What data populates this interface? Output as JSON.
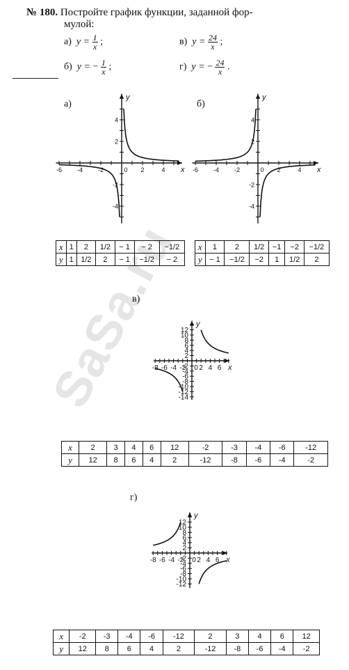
{
  "problem": {
    "number": "№ 180.",
    "text_line1": "Постройте график функции, заданной фор-",
    "text_line2": "мулой:",
    "items": [
      {
        "label": "а)",
        "lhs": "y =",
        "sign": "",
        "num": "1",
        "den": "x",
        "tail": ";"
      },
      {
        "label": "в)",
        "lhs": "y =",
        "sign": "",
        "num": "24",
        "den": "x",
        "tail": ";"
      },
      {
        "label": "б)",
        "lhs": "y =",
        "sign": "−",
        "num": "1",
        "den": "x",
        "tail": ";"
      },
      {
        "label": "г)",
        "lhs": "y =",
        "sign": "−",
        "num": "24",
        "den": "x",
        "tail": "."
      }
    ]
  },
  "graphs": {
    "a_label": "а)",
    "b_label": "б)",
    "v_label": "в)",
    "g_label": "г)",
    "axis_x": "x",
    "axis_y": "y",
    "origin": "0"
  },
  "chart_data": [
    {
      "type": "line",
      "title": "",
      "function": "y = 1/x",
      "xlim": [
        -6,
        6
      ],
      "ylim": [
        -6,
        6
      ],
      "x_ticks": [
        "-6",
        "-4",
        "-2",
        "0",
        "2",
        "4"
      ],
      "y_ticks": [
        "4",
        "2",
        "-2",
        "-4"
      ],
      "series": [
        {
          "x": [
            0.2,
            0.5,
            1,
            2,
            4,
            5.5
          ],
          "y": [
            5,
            2,
            1,
            0.5,
            0.25,
            0.18
          ]
        },
        {
          "x": [
            -6,
            -4,
            -2,
            -1,
            -0.5,
            -0.2
          ],
          "y": [
            -0.17,
            -0.25,
            -0.5,
            -1,
            -2,
            -5
          ]
        }
      ]
    },
    {
      "type": "line",
      "title": "",
      "function": "y = -1/x",
      "xlim": [
        -6,
        6
      ],
      "ylim": [
        -6,
        6
      ],
      "x_ticks": [
        "-6",
        "-4",
        "-2",
        "0",
        "2",
        "4"
      ],
      "y_ticks": [
        "4",
        "2",
        "-2",
        "-4"
      ],
      "series": [
        {
          "x": [
            -6,
            -4,
            -2,
            -1,
            -0.5,
            -0.2
          ],
          "y": [
            0.17,
            0.25,
            0.5,
            1,
            2,
            5
          ]
        },
        {
          "x": [
            0.2,
            0.5,
            1,
            2,
            4,
            5.5
          ],
          "y": [
            -5,
            -2,
            -1,
            -0.5,
            -0.25,
            -0.18
          ]
        }
      ]
    },
    {
      "type": "line",
      "title": "",
      "function": "y = 24/x",
      "xlim": [
        -8,
        8
      ],
      "ylim": [
        -14,
        14
      ],
      "x_ticks": [
        "-8",
        "-6",
        "-4",
        "-2",
        "0",
        "2",
        "4",
        "6"
      ],
      "y_ticks": [
        "12",
        "10",
        "8",
        "6",
        "4",
        "2",
        "-2",
        "-4",
        "-6",
        "-8",
        "-10",
        "-12",
        "-14"
      ],
      "series": [
        {
          "x": [
            2,
            3,
            4,
            6,
            8
          ],
          "y": [
            12,
            8,
            6,
            4,
            3
          ]
        },
        {
          "x": [
            -8,
            -6,
            -4,
            -3,
            -2
          ],
          "y": [
            -3,
            -4,
            -6,
            -8,
            -12
          ]
        }
      ]
    },
    {
      "type": "line",
      "title": "",
      "function": "y = -24/x",
      "xlim": [
        -8,
        8
      ],
      "ylim": [
        -14,
        14
      ],
      "x_ticks": [
        "-8",
        "-6",
        "-4",
        "-2",
        "0",
        "2",
        "4",
        "6"
      ],
      "y_ticks": [
        "12",
        "10",
        "8",
        "6",
        "4",
        "2",
        "-2",
        "-4",
        "-6",
        "-8",
        "-10",
        "-12"
      ],
      "series": [
        {
          "x": [
            -8,
            -6,
            -4,
            -3,
            -2
          ],
          "y": [
            3,
            4,
            6,
            8,
            12
          ]
        },
        {
          "x": [
            2,
            3,
            4,
            6,
            8
          ],
          "y": [
            -12,
            -8,
            -6,
            -4,
            -3
          ]
        }
      ]
    }
  ],
  "tables": {
    "a": {
      "x_label": "x",
      "y_label": "y",
      "x": [
        "1",
        "2",
        "1/2",
        "− 1",
        "− 2",
        "−1/2"
      ],
      "y": [
        "1",
        "1/2",
        "2",
        "− 1",
        "−1/2",
        "− 2"
      ]
    },
    "b": {
      "x_label": "x",
      "y_label": "y",
      "x": [
        "1",
        "2",
        "1/2",
        "−1",
        "−2",
        "−1/2"
      ],
      "y": [
        "− 1",
        "−1/2",
        "−2",
        "1",
        "1/2",
        "2"
      ]
    },
    "v": {
      "x_label": "x",
      "y_label": "y",
      "x": [
        "2",
        "3",
        "4",
        "6",
        "12",
        "-2",
        "-3",
        "-4",
        "-6",
        "-12"
      ],
      "y": [
        "12",
        "8",
        "6",
        "4",
        "2",
        "-12",
        "-8",
        "-6",
        "-4",
        "-2"
      ]
    },
    "g": {
      "x_label": "x",
      "y_label": "y",
      "x": [
        "-2",
        "-3",
        "-4",
        "-6",
        "-12",
        "2",
        "3",
        "4",
        "6",
        "12"
      ],
      "y": [
        "12",
        "8",
        "6",
        "4",
        "2",
        "-12",
        "-8",
        "-6",
        "-4",
        "-2"
      ]
    }
  },
  "watermark": "SaSa.ru"
}
